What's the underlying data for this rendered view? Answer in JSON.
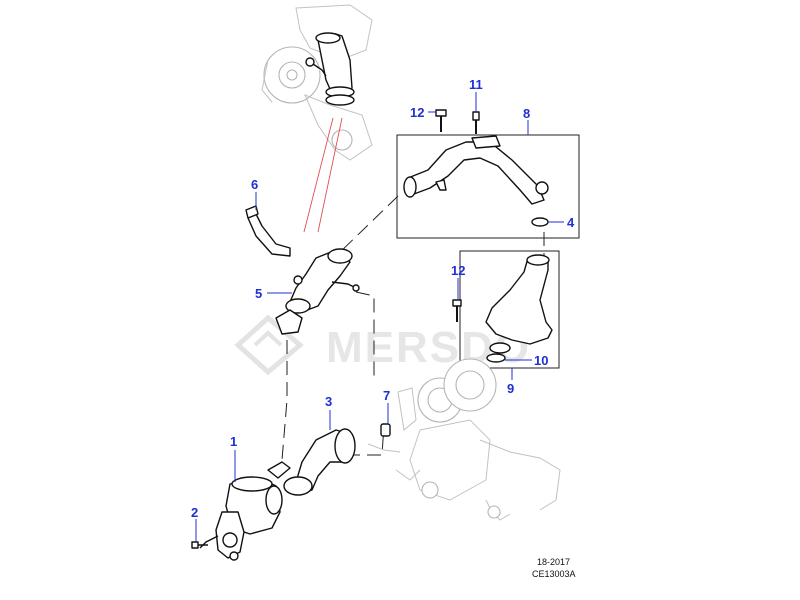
{
  "watermark": "MERSDO",
  "callouts": {
    "c1": "1",
    "c2": "2",
    "c3": "3",
    "c4": "4",
    "c5": "5",
    "c6": "6",
    "c7": "7",
    "c8": "8",
    "c9": "9",
    "c10": "10",
    "c11": "11",
    "c12a": "12",
    "c12b": "12"
  },
  "footer": {
    "line1": "18-2017",
    "line2": "CE13003A"
  }
}
